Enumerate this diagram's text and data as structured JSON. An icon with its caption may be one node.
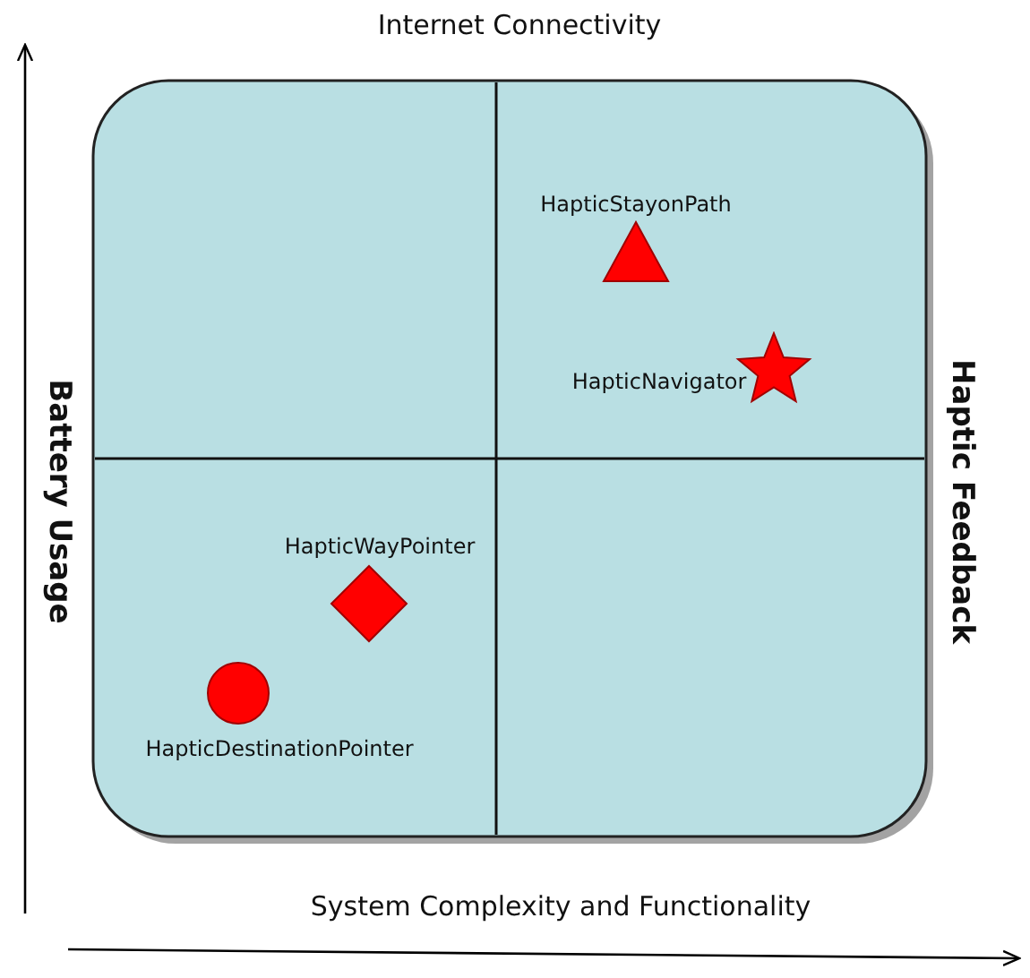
{
  "diagram": {
    "nodes": [
      {
        "text": [],
        "shape": "triangle",
        "beside": [
          "HapticStayonPath"
        ]
      },
      {
        "text": [],
        "shape": "star",
        "beside": [
          "HapticNavigator"
        ]
      },
      {
        "text": [],
        "shape": "diamond",
        "beside": [
          "HapticWayPointer"
        ]
      },
      {
        "text": [],
        "shape": "circle",
        "beside": [
          "HapticDestinationPointer"
        ]
      }
    ],
    "edges": [],
    "labels": [
      "Internet Connectivity",
      "Battery Usage",
      "Haptic Feedback",
      "System Complexity and Functionality"
    ]
  }
}
